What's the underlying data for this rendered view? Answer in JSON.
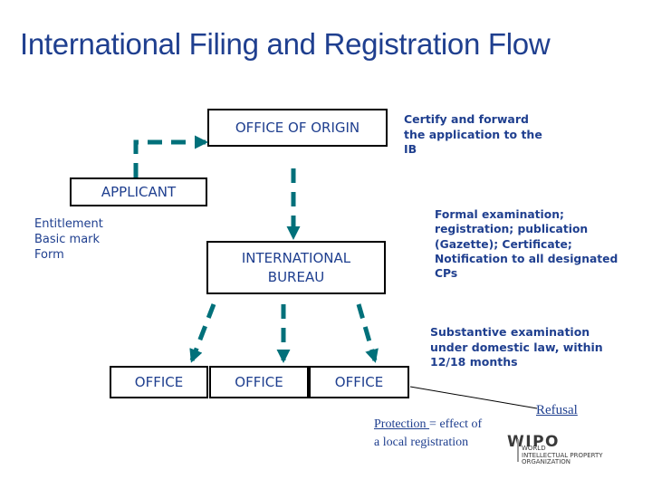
{
  "title": "International Filing and Registration Flow",
  "nodes": {
    "office_of_origin": "OFFICE OF ORIGIN",
    "applicant": "APPLICANT",
    "international_bureau": [
      "INTERNATIONAL",
      "BUREAU"
    ],
    "office_1": "OFFICE",
    "office_2": "OFFICE",
    "office_3": "OFFICE"
  },
  "notes": {
    "certify": [
      "Certify and forward",
      "the application to the",
      "IB"
    ],
    "formal": [
      "Formal examination;",
      "registration; publication",
      "(Gazette); Certificate;",
      "Notification to all designated",
      "CPs"
    ],
    "substantive": [
      "Substantive examination",
      "under domestic law, within",
      "12/18 months"
    ],
    "applicant_items": [
      "Entitlement",
      "Basic mark",
      "Form"
    ]
  },
  "protection": {
    "underlined": "Protection ",
    "rest": "= effect of",
    "line2": "a local registration"
  },
  "refusal": "Refusal",
  "logo": {
    "mark": "WIPO",
    "lines": [
      "WORLD",
      "INTELLECTUAL PROPERTY",
      "ORGANIZATION"
    ]
  },
  "colors": {
    "text": "#1f3f8f",
    "arrow": "#00707a",
    "border": "#000000"
  }
}
